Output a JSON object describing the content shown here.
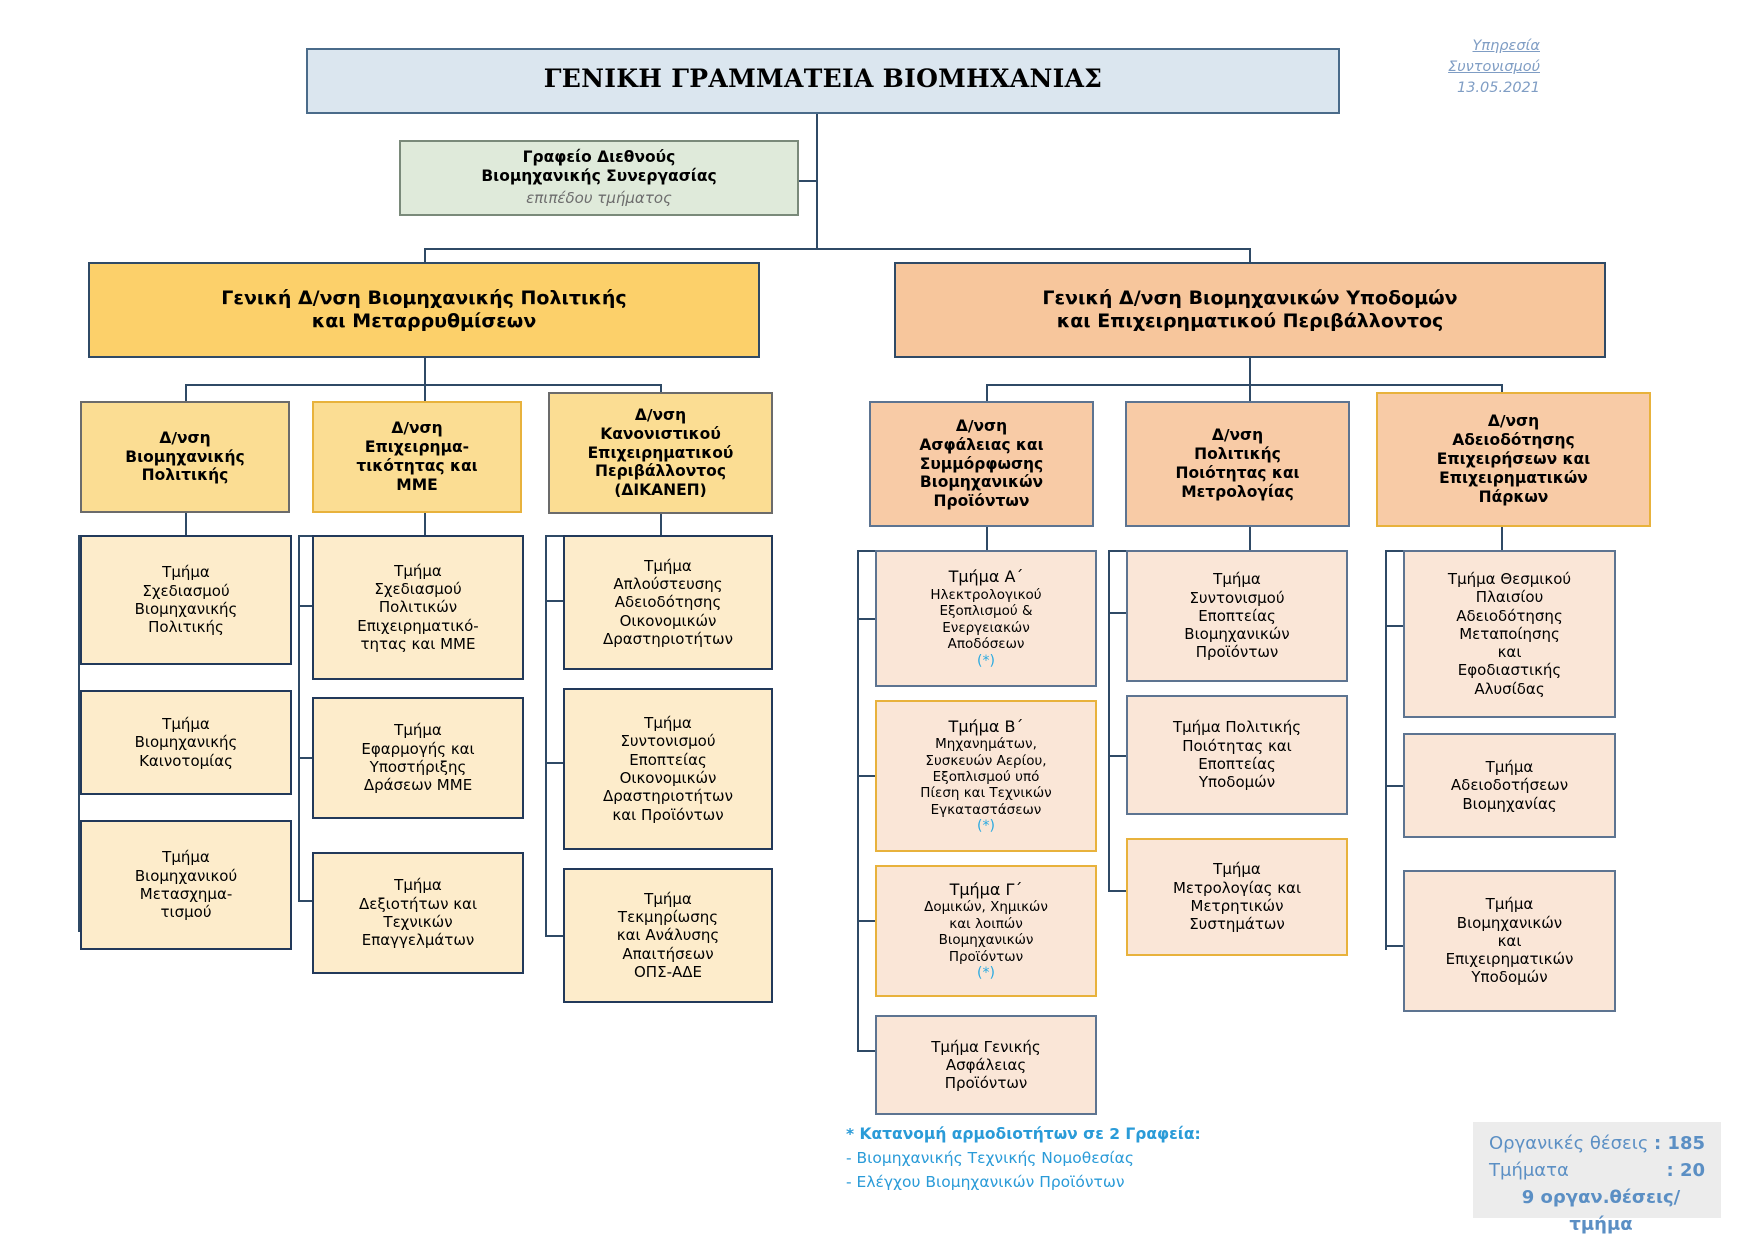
{
  "header_note": {
    "service": "Υπηρεσία Συντονισμού",
    "date": "13.05.2021"
  },
  "title": "ΓΕΝΙΚΗ ΓΡΑΜΜΑΤΕΙΑ ΒΙΟΜΗΧΑΝΙΑΣ",
  "office": {
    "line1": "Γραφείο  Διεθνούς",
    "line2": "Βιομηχανικής Συνεργασίας",
    "sub": "επιπέδου τμήματος"
  },
  "general_directorates": [
    {
      "line1": "Γενική Δ/νση Βιομηχανικής Πολιτικής",
      "line2": "και Μεταρρυθμίσεων"
    },
    {
      "line1": "Γενική Δ/νση Βιομηχανικών Υποδομών",
      "line2": "και Επιχειρηματικού Περιβάλλοντος"
    }
  ],
  "directorates": [
    {
      "lines": [
        "Δ/νση",
        "Βιομηχανικής",
        "Πολιτικής"
      ]
    },
    {
      "lines": [
        "Δ/νση",
        "Επιχειρημα-",
        "τικότητας και",
        "ΜΜΕ"
      ]
    },
    {
      "lines": [
        "Δ/νση",
        "Κανονιστικού",
        "Επιχειρηματικού",
        "Περιβάλλοντος",
        "(ΔΙΚΑΝΕΠ)"
      ]
    },
    {
      "lines": [
        "Δ/νση",
        "Ασφάλειας και",
        "Συμμόρφωσης",
        "Βιομηχανικών",
        "Προϊόντων"
      ]
    },
    {
      "lines": [
        "Δ/νση",
        "Πολιτικής",
        "Ποιότητας και",
        "Μετρολογίας"
      ]
    },
    {
      "lines": [
        "Δ/νση",
        "Αδειοδότησης",
        "Επιχειρήσεων και",
        "Επιχειρηματικών",
        "Πάρκων"
      ]
    }
  ],
  "departments": {
    "col1": [
      {
        "lines": [
          "Τμήμα",
          "Σχεδιασμού",
          "Βιομηχανικής",
          "Πολιτικής"
        ]
      },
      {
        "lines": [
          "Τμήμα",
          "Βιομηχανικής",
          "Καινοτομίας"
        ]
      },
      {
        "lines": [
          "Τμήμα",
          "Βιομηχανικού",
          "Μετασχημα-",
          "τισμού"
        ]
      }
    ],
    "col2": [
      {
        "lines": [
          "Τμήμα",
          "Σχεδιασμού",
          "Πολιτικών",
          "Επιχειρηματικό-",
          "τητας και ΜΜΕ"
        ]
      },
      {
        "lines": [
          "Τμήμα",
          "Εφαρμογής και",
          "Υποστήριξης",
          "Δράσεων ΜΜΕ"
        ]
      },
      {
        "lines": [
          "Τμήμα",
          "Δεξιοτήτων και",
          "Τεχνικών",
          "Επαγγελμάτων"
        ]
      }
    ],
    "col3": [
      {
        "lines": [
          "Τμήμα",
          "Απλούστευσης",
          "Αδειοδότησης",
          "Οικονομικών",
          "Δραστηριοτήτων"
        ]
      },
      {
        "lines": [
          "Τμήμα",
          "Συντονισμού",
          "Εποπτείας",
          "Οικονομικών",
          "Δραστηριοτήτων",
          "και Προϊόντων"
        ]
      },
      {
        "lines": [
          "Τμήμα",
          "Τεκμηρίωσης",
          "και Ανάλυσης",
          "Απαιτήσεων",
          "ΟΠΣ-ΑΔΕ"
        ]
      }
    ],
    "col4": [
      {
        "head": "Τμήμα Α΄",
        "lines": [
          "Ηλεκτρολογικού",
          "Εξοπλισμού &",
          "Ενεργειακών",
          "Αποδόσεων"
        ],
        "star": "(*)",
        "border": "navy"
      },
      {
        "head": "Τμήμα Β΄",
        "lines": [
          "Μηχανημάτων,",
          "Συσκευών Αερίου,",
          "Εξοπλισμού υπό",
          "Πίεση και Τεχνικών",
          "Εγκαταστάσεων"
        ],
        "star": "(*)",
        "border": "gold"
      },
      {
        "head": "Τμήμα Γ΄",
        "lines": [
          "Δομικών, Χημικών",
          "και λοιπών",
          "Βιομηχανικών",
          "Προϊόντων"
        ],
        "star": "(*)",
        "border": "gold"
      },
      {
        "head": "",
        "lines": [
          "Τμήμα Γενικής",
          "Ασφάλειας",
          "Προϊόντων"
        ],
        "star": "",
        "border": "navy"
      }
    ],
    "col5": [
      {
        "lines": [
          "Τμήμα",
          "Συντονισμού",
          "Εποπτείας",
          "Βιομηχανικών",
          "Προϊόντων"
        ],
        "border": "navy"
      },
      {
        "lines": [
          "Τμήμα Πολιτικής",
          "Ποιότητας και",
          "Εποπτείας",
          "Υποδομών"
        ],
        "border": "navy"
      },
      {
        "lines": [
          "Τμήμα",
          "Μετρολογίας και",
          "Μετρητικών",
          "Συστημάτων"
        ],
        "border": "gold"
      }
    ],
    "col6": [
      {
        "lines": [
          "Τμήμα Θεσμικού",
          "Πλαισίου",
          "Αδειοδότησης",
          "Μεταποίησης",
          "και",
          "Εφοδιαστικής",
          "Αλυσίδας"
        ],
        "border": "navy"
      },
      {
        "lines": [
          "Τμήμα",
          "Αδειοδοτήσεων",
          "Βιομηχανίας"
        ],
        "border": "navy"
      },
      {
        "lines": [
          "Τμήμα",
          "Βιομηχανικών",
          "και",
          "Επιχειρηματικών",
          "Υποδομών"
        ],
        "border": "navy"
      }
    ]
  },
  "footnote": {
    "title": "* Κατανομή αρμοδιοτήτων σε 2 Γραφεία:",
    "item1": "- Βιομηχανικής Τεχνικής Νομοθεσίας",
    "item2": "- Ελέγχου Βιομηχανικών Προϊόντων"
  },
  "stats": {
    "label1": "Οργανικές θέσεις",
    "value1": ": 185",
    "label2": "Τμήματα",
    "value2": ": 20",
    "ratio": "9 οργαν.θέσεις/τμήμα"
  },
  "colors": {
    "title_bg": "#dbe6ef",
    "office_bg": "#dfeada",
    "gen_dir_yellow": "#fcd06a",
    "gen_dir_peach": "#f7c69c",
    "dir_yellow": "#fbdd93",
    "dir_peach": "#f8cba6",
    "dept_cream": "#fdeccb",
    "dept_peach": "#fae6d7",
    "line": "#2f4a66",
    "gold_border": "#e8b23c",
    "accent_cyan": "#2a9bd8",
    "stats_text": "#5b8fc4"
  }
}
